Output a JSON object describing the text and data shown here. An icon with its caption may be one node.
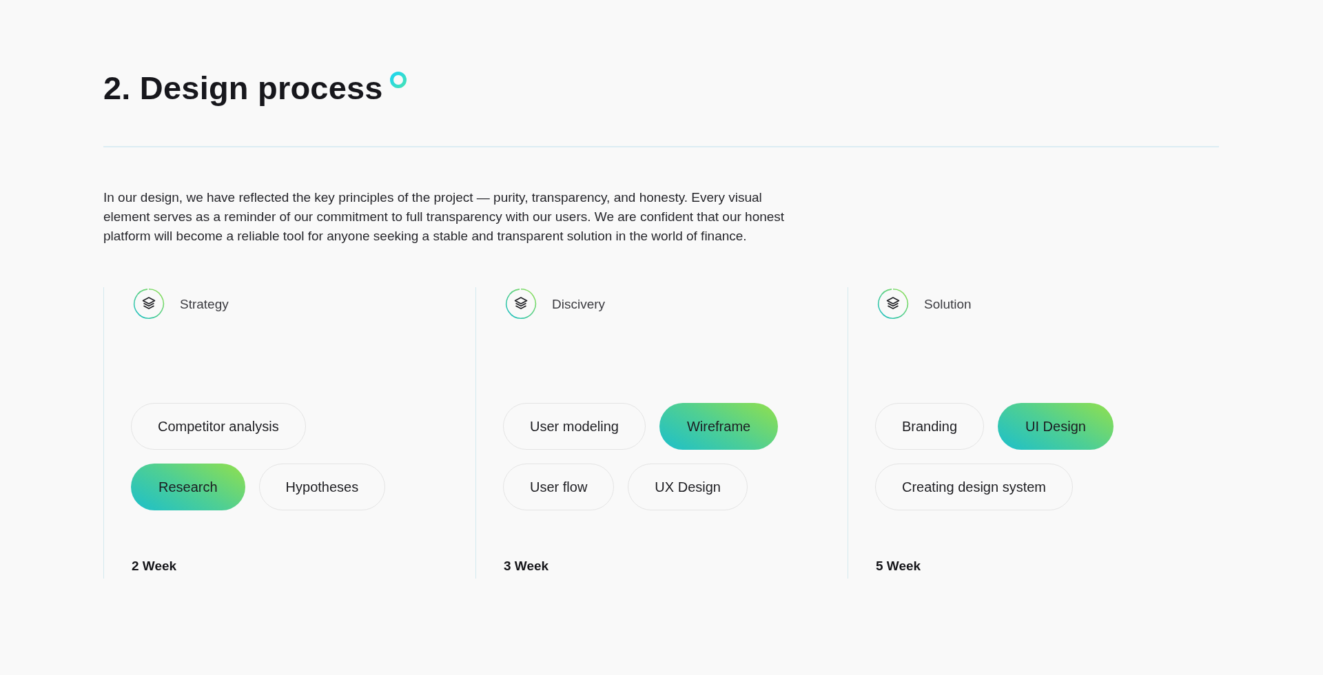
{
  "diagram": {
    "title": "2. Design process",
    "nodes": [
      {
        "text": [
          "Strategy",
          "2 Week"
        ]
      },
      {
        "text": [
          "Competitor analysis"
        ],
        "in": 0
      },
      {
        "text": [
          "Research"
        ],
        "in": 0
      },
      {
        "text": [
          "Hypotheses"
        ],
        "in": 0
      },
      {
        "text": [
          "Discivery",
          "3 Week"
        ]
      },
      {
        "text": [
          "User modeling"
        ],
        "in": 4
      },
      {
        "text": [
          "Wireframe"
        ],
        "in": 4
      },
      {
        "text": [
          "User flow"
        ],
        "in": 4
      },
      {
        "text": [
          "UX Design"
        ],
        "in": 4
      },
      {
        "text": [
          "Solution",
          "5 Week"
        ]
      },
      {
        "text": [
          "Branding"
        ],
        "in": 9
      },
      {
        "text": [
          "UI Design"
        ],
        "in": 9
      },
      {
        "text": [
          "Creating design system"
        ],
        "in": 9
      }
    ],
    "labels": [
      "In our design, we have reflected the key principles of the project — purity, transparency, and honesty. Every visual element serves as a reminder of our commitment to full transparency with our users. We are confident that our honest platform will become a reliable tool for anyone seeking a stable and transparent solution in the world of finance."
    ]
  }
}
